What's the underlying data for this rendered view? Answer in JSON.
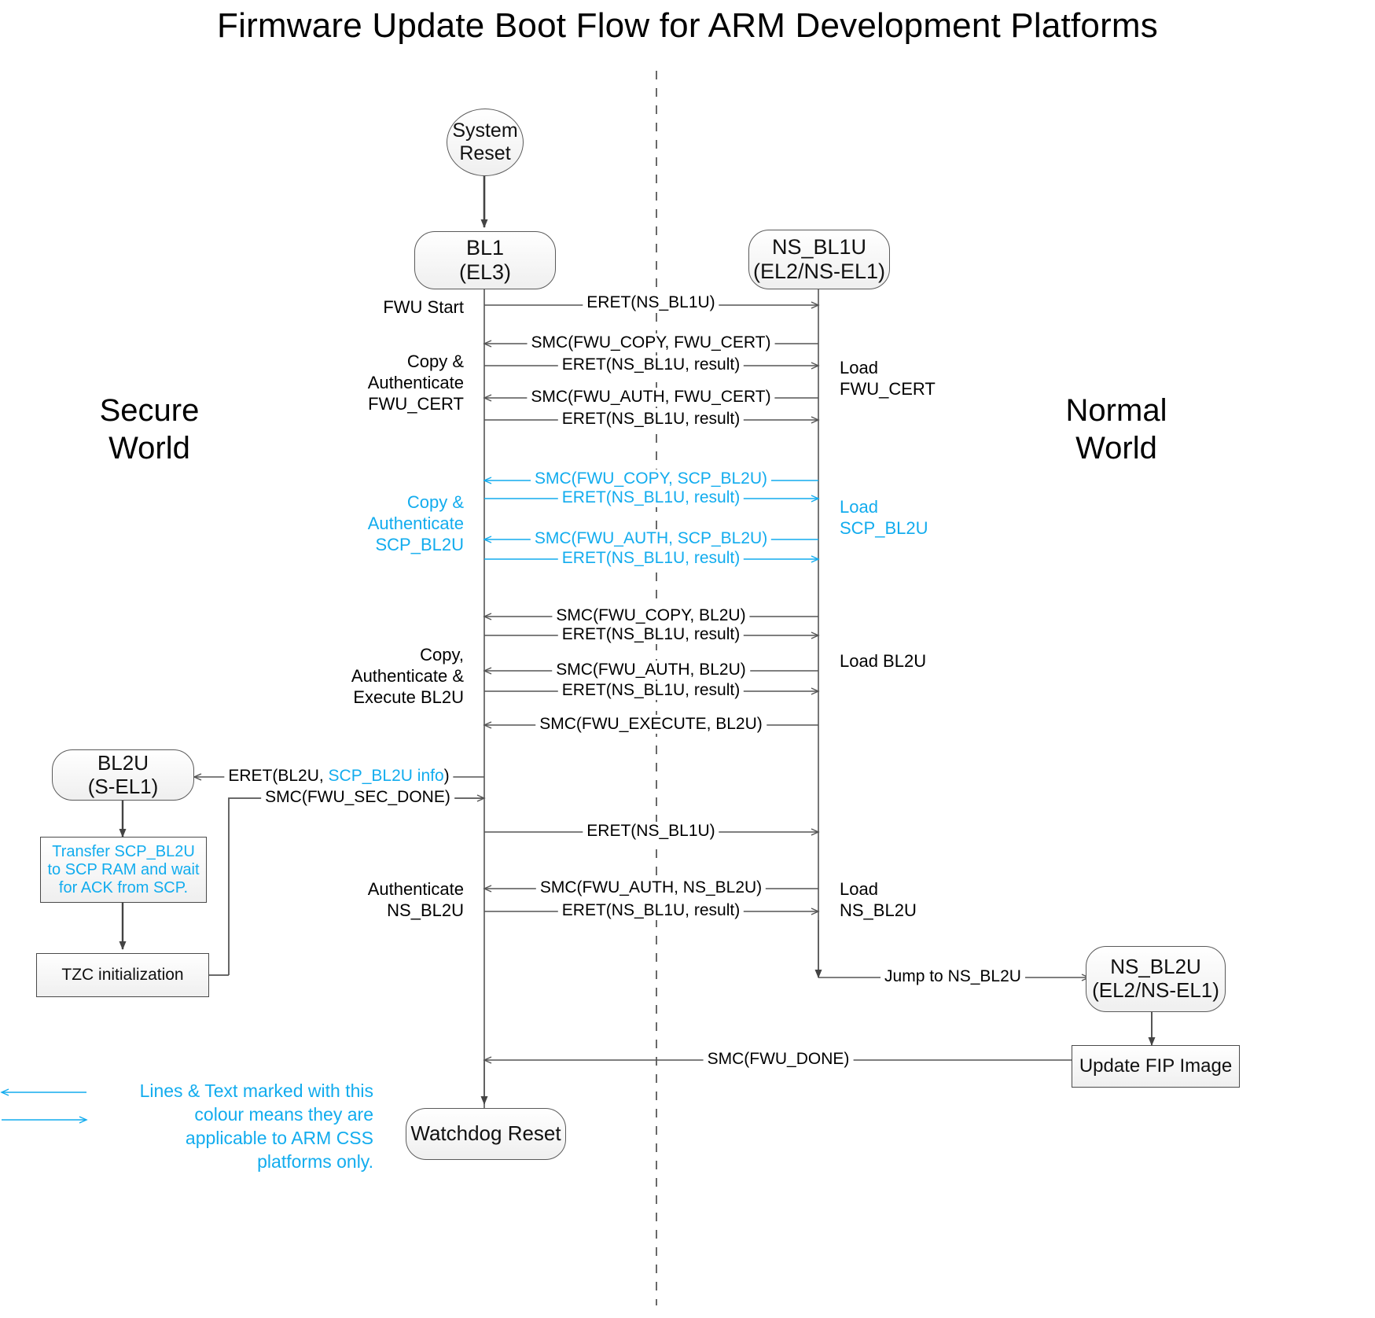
{
  "title": "Firmware Update Boot Flow for ARM Development Platforms",
  "colors": {
    "css_accent": "#12ACEE",
    "line": "#555555",
    "node_border": "#5a5a5a",
    "text": "#000000"
  },
  "worlds": {
    "secure": "Secure\nWorld",
    "normal": "Normal\nWorld"
  },
  "nodes": {
    "system_reset": {
      "l1": "System",
      "l2": "Reset"
    },
    "bl1": {
      "l1": "BL1",
      "l2": "(EL3)"
    },
    "ns_bl1u": {
      "l1": "NS_BL1U",
      "l2": "(EL2/NS-EL1)"
    },
    "bl2u": {
      "l1": "BL2U",
      "l2": "(S-EL1)"
    },
    "ns_bl2u": {
      "l1": "NS_BL2U",
      "l2": "(EL2/NS-EL1)"
    },
    "transfer_scp": "Transfer SCP_BL2U to SCP RAM and wait for ACK from SCP.",
    "tzc_init": "TZC initialization",
    "update_fip": "Update FIP Image",
    "watchdog_reset": "Watchdog Reset"
  },
  "side_labels": {
    "fwu_start": "FWU Start",
    "copy_auth_cert": "Copy &\nAuthenticate\nFWU_CERT",
    "load_fwu_cert": "Load\nFWU_CERT",
    "copy_auth_scp": "Copy &\nAuthenticate\nSCP_BL2U",
    "load_scp_bl2u": "Load\nSCP_BL2U",
    "copy_auth_exec_bl2u": "Copy,\nAuthenticate &\nExecute BL2U",
    "load_bl2u": "Load BL2U",
    "authenticate_ns_bl2u": "Authenticate\nNS_BL2U",
    "load_ns_bl2u": "Load\nNS_BL2U"
  },
  "messages": [
    {
      "id": "m1",
      "text": "ERET(NS_BL1U)",
      "dir": "right",
      "css": false
    },
    {
      "id": "m2",
      "text": "SMC(FWU_COPY, FWU_CERT)",
      "dir": "left",
      "css": false
    },
    {
      "id": "m3",
      "text": "ERET(NS_BL1U, result)",
      "dir": "right",
      "css": false
    },
    {
      "id": "m4",
      "text": "SMC(FWU_AUTH, FWU_CERT)",
      "dir": "left",
      "css": false
    },
    {
      "id": "m5",
      "text": "ERET(NS_BL1U, result)",
      "dir": "right",
      "css": false
    },
    {
      "id": "m6",
      "text": "SMC(FWU_COPY, SCP_BL2U)",
      "dir": "left",
      "css": true
    },
    {
      "id": "m7",
      "text": "ERET(NS_BL1U, result)",
      "dir": "right",
      "css": true
    },
    {
      "id": "m8",
      "text": "SMC(FWU_AUTH, SCP_BL2U)",
      "dir": "left",
      "css": true
    },
    {
      "id": "m9",
      "text": "ERET(NS_BL1U, result)",
      "dir": "right",
      "css": true
    },
    {
      "id": "m10",
      "text": "SMC(FWU_COPY, BL2U)",
      "dir": "left",
      "css": false
    },
    {
      "id": "m11",
      "text": "ERET(NS_BL1U, result)",
      "dir": "right",
      "css": false
    },
    {
      "id": "m12",
      "text": "SMC(FWU_AUTH, BL2U)",
      "dir": "left",
      "css": false
    },
    {
      "id": "m13",
      "text": "ERET(NS_BL1U, result)",
      "dir": "right",
      "css": false
    },
    {
      "id": "m14",
      "text": "SMC(FWU_EXECUTE, BL2U)",
      "dir": "left",
      "css": false
    },
    {
      "id": "m15",
      "text": "ERET(BL2U, SCP_BL2U info)",
      "dir": "left",
      "css": false,
      "mixed": true
    },
    {
      "id": "m16",
      "text": "SMC(FWU_SEC_DONE)",
      "dir": "right",
      "css": false
    },
    {
      "id": "m17",
      "text": "ERET(NS_BL1U)",
      "dir": "right",
      "css": false
    },
    {
      "id": "m18",
      "text": "SMC(FWU_AUTH, NS_BL2U)",
      "dir": "left",
      "css": false
    },
    {
      "id": "m19",
      "text": "ERET(NS_BL1U, result)",
      "dir": "right",
      "css": false
    },
    {
      "id": "m20",
      "text": "Jump to NS_BL2U",
      "dir": "right",
      "css": false
    },
    {
      "id": "m21",
      "text": "SMC(FWU_DONE)",
      "dir": "left",
      "css": false
    }
  ],
  "eret_bl2u": {
    "prefix": "ERET(BL2U, ",
    "accent": "SCP_BL2U info",
    "suffix": ")"
  },
  "legend": {
    "text": "Lines & Text marked with this colour means they are applicable to ARM CSS platforms only."
  }
}
